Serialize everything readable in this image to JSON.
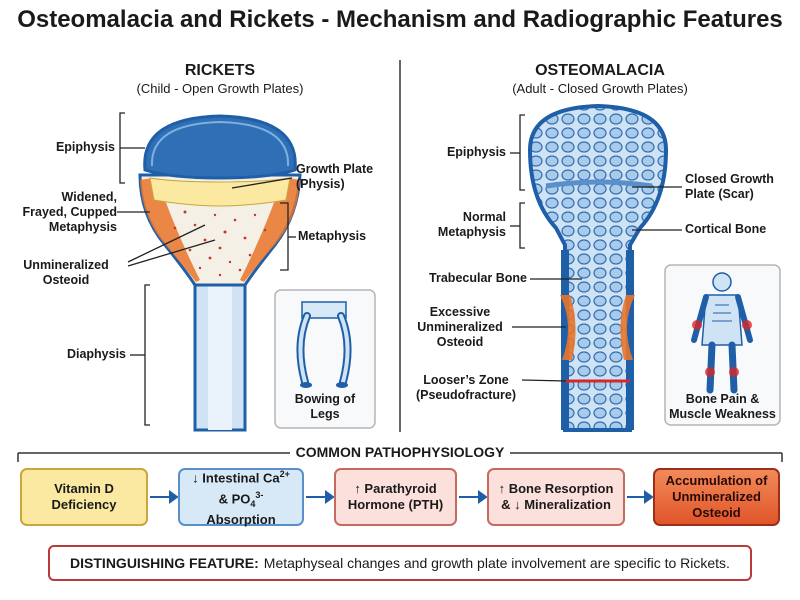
{
  "title": "Osteomalacia and Rickets - Mechanism and Radiographic Features",
  "rickets": {
    "title": "RICKETS",
    "subtitle": "(Child - Open Growth Plates)",
    "labels": {
      "epiphysis": "Epiphysis",
      "widened_1": "Widened,",
      "widened_2": "Frayed, Cupped",
      "widened_3": "Metaphysis",
      "osteoid_1": "Unmineralized",
      "osteoid_2": "Osteoid",
      "diaphysis": "Diaphysis",
      "growth_plate_1": "Growth Plate",
      "growth_plate_2": "(Physis)",
      "metaphysis": "Metaphysis"
    },
    "inset_1": "Bowing of",
    "inset_2": "Legs"
  },
  "osteomalacia": {
    "title": "OSTEOMALACIA",
    "subtitle": "(Adult - Closed Growth Plates)",
    "labels": {
      "epiphysis": "Epiphysis",
      "normal_1": "Normal",
      "normal_2": "Metaphysis",
      "trabecular": "Trabecular Bone",
      "excessive_1": "Excessive",
      "excessive_2": "Unmineralized",
      "excessive_3": "Osteoid",
      "loosers_1": "Looser’s Zone",
      "loosers_2": "(Pseudofracture)",
      "closed_1": "Closed Growth",
      "closed_2": "Plate (Scar)",
      "cortical": "Cortical Bone"
    },
    "inset_1": "Bone Pain &",
    "inset_2": "Muscle Weakness"
  },
  "pathophysiology": {
    "title": "COMMON PATHOPHYSIOLOGY",
    "steps": {
      "s1_a": "Vitamin D",
      "s1_b": "Deficiency",
      "s2_a": "↓ Intestinal Ca",
      "s2_a_sup": "2+",
      "s2_b": "& PO",
      "s2_b_sub": "4",
      "s2_b_sup": "3-",
      "s2_b_end": " Absorption",
      "s3_a": "↑ Parathyroid",
      "s3_b": "Hormone (PTH)",
      "s4_a": "↑ Bone Resorption",
      "s4_b": "& ↓ Mineralization",
      "s5_a": "Accumulation of",
      "s5_b": "Unmineralized",
      "s5_c": "Osteoid"
    }
  },
  "note": {
    "label": "DISTINGUISHING FEATURE:",
    "text": "Metaphyseal changes and growth plate involvement are specific to Rickets."
  },
  "colors": {
    "bone_blue": "#1f5fa8",
    "bone_fill": "#cfe3f4",
    "orange": "#e8742a",
    "red_box": "#b83a3a",
    "yellow_box": "#fbe9a2",
    "blue_box": "#d7e9f7",
    "pink_box": "#fbe0dc"
  }
}
